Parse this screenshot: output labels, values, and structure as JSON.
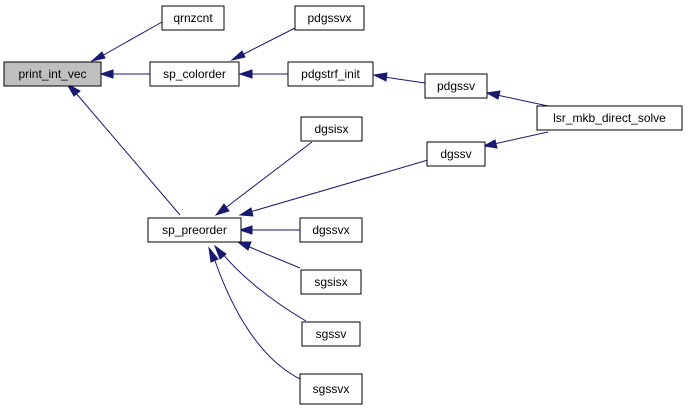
{
  "graph": {
    "type": "caller-graph",
    "colors": {
      "edge": "#191970",
      "node_border": "#000000",
      "node_fill": "#ffffff",
      "root_fill": "#bfbfbf"
    },
    "nodes": {
      "print_int_vec": "print_int_vec",
      "qrnzcnt": "qrnzcnt",
      "sp_colorder": "sp_colorder",
      "pdgssvx": "pdgssvx",
      "pdgstrf_init": "pdgstrf_init",
      "pdgssv": "pdgssv",
      "lsr_mkb_direct_solve": "lsr_mkb_direct_solve",
      "dgsisx": "dgsisx",
      "dgssv": "dgssv",
      "sp_preorder": "sp_preorder",
      "dgssvx": "dgssvx",
      "sgsisx": "sgsisx",
      "sgssv": "sgssv",
      "sgssvx": "sgssvx"
    },
    "edges": [
      {
        "from": "qrnzcnt",
        "to": "print_int_vec"
      },
      {
        "from": "sp_colorder",
        "to": "print_int_vec"
      },
      {
        "from": "sp_preorder",
        "to": "print_int_vec"
      },
      {
        "from": "pdgssvx",
        "to": "sp_colorder"
      },
      {
        "from": "pdgstrf_init",
        "to": "sp_colorder"
      },
      {
        "from": "pdgssv",
        "to": "pdgstrf_init"
      },
      {
        "from": "lsr_mkb_direct_solve",
        "to": "pdgssv"
      },
      {
        "from": "lsr_mkb_direct_solve",
        "to": "dgssv"
      },
      {
        "from": "dgsisx",
        "to": "sp_preorder"
      },
      {
        "from": "dgssv",
        "to": "sp_preorder"
      },
      {
        "from": "dgssvx",
        "to": "sp_preorder"
      },
      {
        "from": "sgsisx",
        "to": "sp_preorder"
      },
      {
        "from": "sgssv",
        "to": "sp_preorder"
      },
      {
        "from": "sgssvx",
        "to": "sp_preorder"
      }
    ]
  }
}
